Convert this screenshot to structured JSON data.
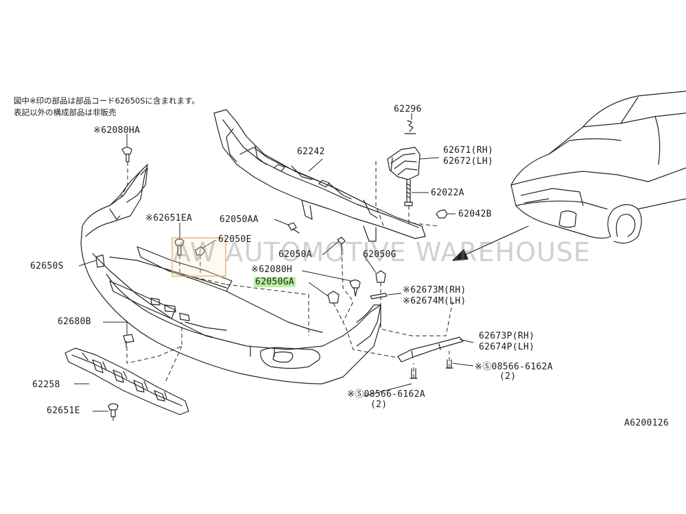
{
  "notes": {
    "line1": "図中※印の部品は部品コード62650Sに含まれます。",
    "line2": "表記以外の構成部品は非販売"
  },
  "watermark": {
    "mark": "AW",
    "text": "AUTOMOTIVE WAREHOUSE"
  },
  "highlight_color": "#b9f2a4",
  "diagram_code": "A6200126",
  "labels": {
    "p62080HA": "※62080HA",
    "p62296": "62296",
    "p62242": "62242",
    "p62671": "62671(RH)",
    "p62672": "62672(LH)",
    "p62022A": "62022A",
    "p62042B": "62042B",
    "p62651EA": "※62651EA",
    "p62050AA": "62050AA",
    "p62050E": "62050E",
    "p62650S": "62650S",
    "p62050A": "62050A",
    "p62050G": "62050G",
    "p62080H": "※62080H",
    "p62050GA": "62050GA",
    "p62673M": "※62673M(RH)",
    "p62674M": "※62674M(LH)",
    "p62680B": "62680B",
    "p62673P": "62673P(RH)",
    "p62674P": "62674P(LH)",
    "p08566_right": "※Ⓢ08566-6162A",
    "p08566_right_qty": "(2)",
    "p62258": "62258",
    "p08566_bottom": "※Ⓢ08566-6162A",
    "p08566_bottom_qty": "(2)",
    "p62651E": "62651E"
  }
}
